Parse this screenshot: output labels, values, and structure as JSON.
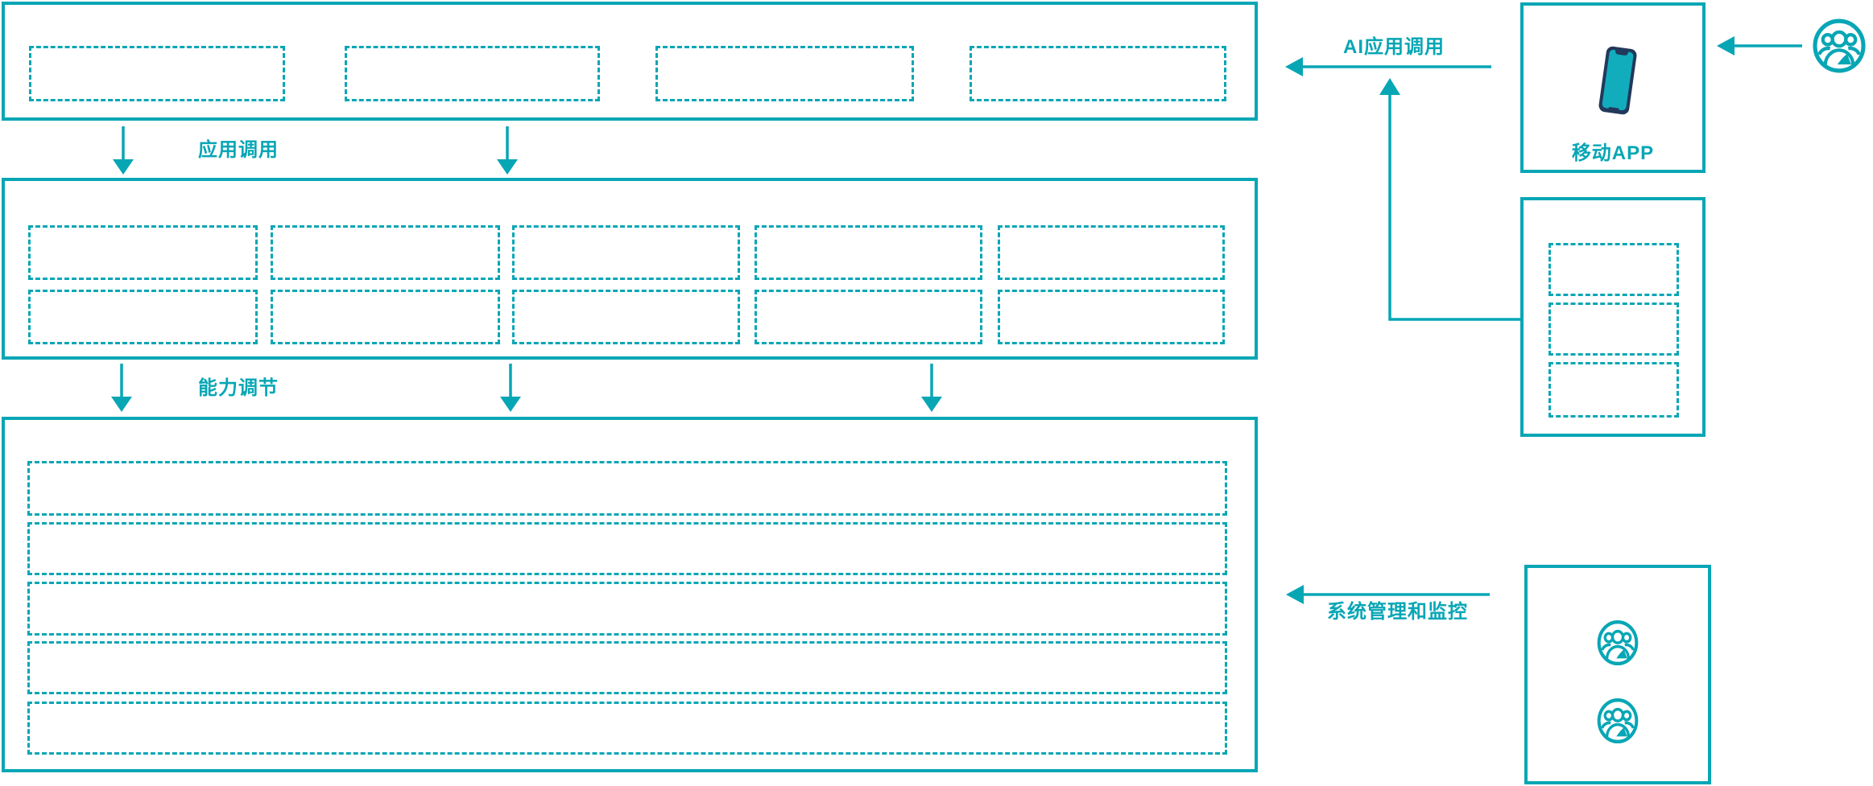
{
  "colors": {
    "accent": "#07a6b5",
    "phone_body": "#21395b",
    "phone_screen": "#12adbc"
  },
  "flow_labels": {
    "app_call": "应用调用",
    "capability_adjust": "能力调节",
    "ai_app_call": "AI应用调用",
    "system_monitor": "系统管理和监控"
  },
  "mobile_panel": {
    "label": "移动APP"
  },
  "structure": {
    "top_layer_placeholders": 4,
    "middle_layer_rows": 2,
    "middle_layer_columns": 5,
    "bottom_layer_rows": 5,
    "right_panel_placeholders": 3,
    "monitor_user_icons": 2
  },
  "icon_names": [
    "users-icon",
    "mobile-phone-icon"
  ]
}
